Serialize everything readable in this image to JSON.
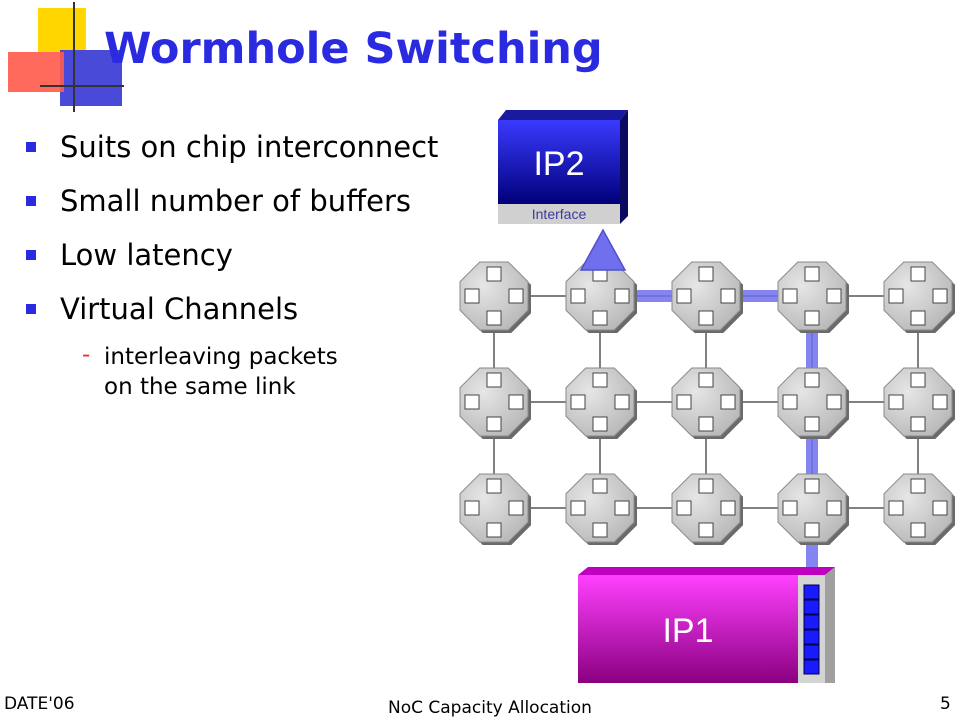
{
  "slide": {
    "title": "Wormhole Switching",
    "bullets": [
      "Suits on chip interconnect",
      "Small number of buffers",
      "Low latency",
      "Virtual Channels"
    ],
    "sub_bullet": {
      "marker": "-",
      "text": "interleaving packets\non the same link"
    }
  },
  "diagram": {
    "ip2": {
      "label": "IP2",
      "interface_label": "Interface"
    },
    "ip1": {
      "label": "IP1"
    },
    "mesh": {
      "rows": 3,
      "cols": 5
    },
    "colors": {
      "route": "#7070ee",
      "ip2_top": "#3a3aff",
      "ip2_bottom": "#00007a",
      "ip1_top": "#ff40ff",
      "ip1_bottom": "#8a0080",
      "router": "#b4b4b4",
      "flit": "#1a1aff"
    }
  },
  "footer": {
    "left": "DATE'06",
    "center": "NoC Capacity Allocation",
    "page": "5"
  }
}
